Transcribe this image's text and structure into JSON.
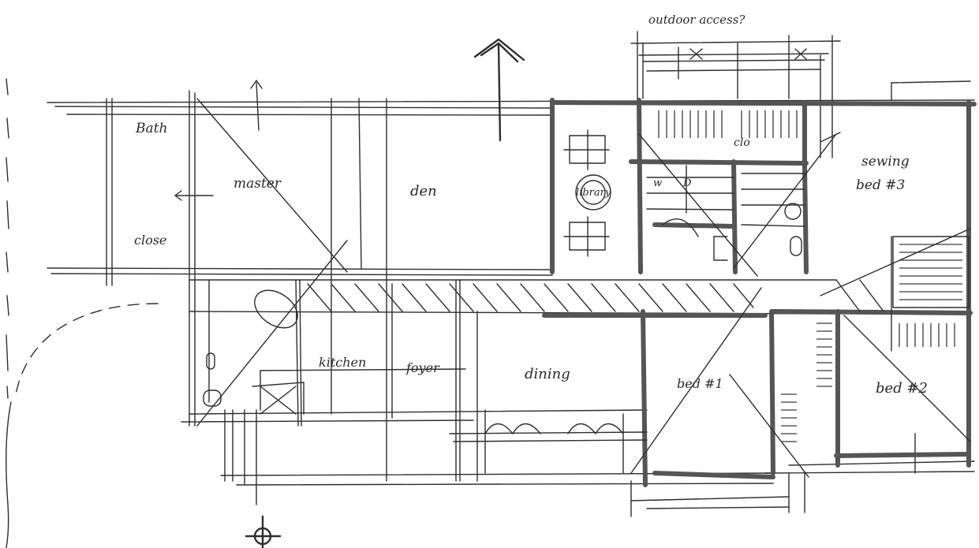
{
  "labels": {
    "outdoor_note": "outdoor access?",
    "bath": "Bath",
    "master": "master",
    "den": "den",
    "library": "library",
    "closet_top": "clo",
    "sewing": "sewing",
    "bed3": "bed #3",
    "close": "close",
    "kitchen": "kitchen",
    "foyer": "foyer",
    "dining": "dining",
    "bed1": "bed #1",
    "bed2": "bed #2",
    "w": "w",
    "d": "D"
  },
  "colors": {
    "ink": "#2e2e2e",
    "heavy_wall": "#555555",
    "paper": "#ffffff"
  }
}
